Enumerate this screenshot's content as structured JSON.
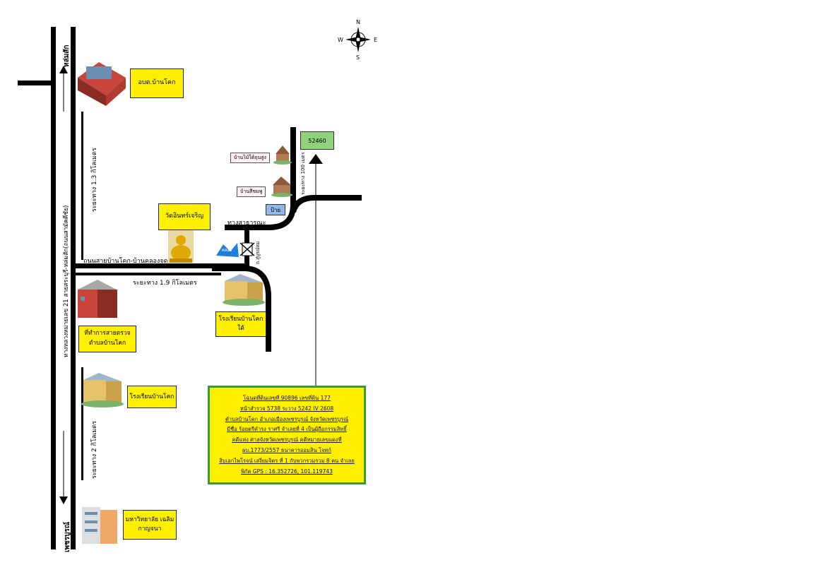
{
  "compass": {
    "n": "N",
    "s": "S",
    "e": "E",
    "w": "W"
  },
  "directions": {
    "north_town": "หล่มสัก",
    "south_town": "เพชรบูรณ์"
  },
  "roads": {
    "highway": "ทางหลวงหมายเลข 21 สายสระบุรี-หล่มสัก(ถนนสามัคคีชัย)",
    "local_road": "ถนนสายบ้านโคก-บ้านคลองจุด",
    "public_road": "ทางสาธารณะ",
    "soi": "ถ.สู่บูรณ์หม",
    "dist_13": "ระยะทาง 1.3 กิโลเมตร",
    "dist_19": "ระยะทาง 1.9 กิโลเมตร",
    "dist_2": "ระยะทาง 2 กิโลเมตร",
    "dist_100": "ระยะทาง 100 เมตร"
  },
  "landmarks": {
    "sao": "อบต.บ้านโคก",
    "temple": "วัดอินทร์เจริญ",
    "police": "ที่ทำการสายตรวจ ตำบลบ้านโคก",
    "school_south": "โรงเรียนบ้านโคกใต้",
    "school": "โรงเรียนบ้านโคก",
    "university": "มหาวิทยาลัย เฉลิมกาญจนา",
    "house_high": "บ้านไม้ใต้ถุนสูง",
    "house_pink": "บ้านสีชมพู",
    "sign": "ป้าย",
    "water": "คลอง",
    "target": "52460"
  },
  "info": [
    "โฉนดที่ดินเลขที่ 90896 เลขที่ดิน 177",
    "หน้าสำรวจ 5738 ระวาง 5242 IV 2608",
    "ตำบลบ้านโคก อำเภอเมืองเพชรบูรณ์ จังหวัดเพชรบูรณ์",
    "มีชื่อ ร้อยตรีคำรง ราศรี จำเลยที่ 4 เป็นผู้ถือกรรมสิทธิ์",
    "คดีแห่ง ศาลจังหวัดเพชรบูรณ์ คดีหมายเลขแดงที่",
    "ผบ.1773/2557 ธนาคารออมสิน โจทก์",
    "สิบเอกไพโรจน์ เสงี่ยมจิตร ที่ 1 กับพวกรวมรวม 8 คน จำเลย",
    "พิกัด GPS : 16.352726, 101.119743"
  ],
  "colors": {
    "road": "#000000",
    "label_bg": "#ffef00",
    "info_border": "#3a9a3a",
    "target_bg": "#8fd27a",
    "sign_bg": "#8fb8e8",
    "water": "#1e7fd8"
  }
}
